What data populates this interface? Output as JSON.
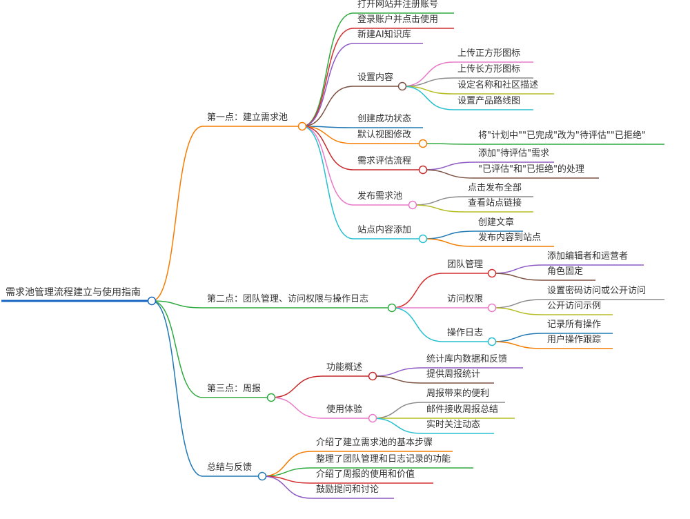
{
  "mindmap": {
    "root": {
      "id": "root",
      "label": "需求池管理流程建立与使用指南",
      "color": "#1565c0"
    },
    "nodes": [
      {
        "id": "b1",
        "parent": "root",
        "label": "第一点：建立需求池",
        "color": "#f57c00"
      },
      {
        "id": "b1a",
        "parent": "b1",
        "label": "打开网站并注册账号",
        "color": "#2eaa3f"
      },
      {
        "id": "b1b",
        "parent": "b1",
        "label": "登录账户并点击使用",
        "color": "#d32f2f"
      },
      {
        "id": "b1c",
        "parent": "b1",
        "label": "新建AI知识库",
        "color": "#8e59c4"
      },
      {
        "id": "b1d",
        "parent": "b1",
        "label": "设置内容",
        "color": "#7b5142"
      },
      {
        "id": "b1d1",
        "parent": "b1d",
        "label": "上传正方形图标",
        "color": "#e879c9"
      },
      {
        "id": "b1d2",
        "parent": "b1d",
        "label": "上传长方形图标",
        "color": "#8a8a8a"
      },
      {
        "id": "b1d3",
        "parent": "b1d",
        "label": "设定名称和社区描述",
        "color": "#b5bd22"
      },
      {
        "id": "b1d4",
        "parent": "b1d",
        "label": "设置产品路线图",
        "color": "#26bfd0"
      },
      {
        "id": "b1e",
        "parent": "b1",
        "label": "创建成功状态",
        "color": "#1f78b4"
      },
      {
        "id": "b1f",
        "parent": "b1",
        "label": "默认视图修改",
        "color": "#f57c00"
      },
      {
        "id": "b1f1",
        "parent": "b1f",
        "label": "将\"计划中\"\"已完成\"改为\"待评估\"\"已拒绝\"",
        "color": "#2eaa3f"
      },
      {
        "id": "b1g",
        "parent": "b1",
        "label": "需求评估流程",
        "color": "#c62828"
      },
      {
        "id": "b1g1",
        "parent": "b1g",
        "label": "添加\"待评估\"需求",
        "color": "#8e59c4"
      },
      {
        "id": "b1g2",
        "parent": "b1g",
        "label": "\"已评估\"和\"已拒绝\"的处理",
        "color": "#7b5142"
      },
      {
        "id": "b1h",
        "parent": "b1",
        "label": "发布需求池",
        "color": "#e879c9"
      },
      {
        "id": "b1h1",
        "parent": "b1h",
        "label": "点击发布全部",
        "color": "#8a8a8a"
      },
      {
        "id": "b1h2",
        "parent": "b1h",
        "label": "查看站点链接",
        "color": "#b5bd22"
      },
      {
        "id": "b1i",
        "parent": "b1",
        "label": "站点内容添加",
        "color": "#26bfd0"
      },
      {
        "id": "b1i1",
        "parent": "b1i",
        "label": "创建文章",
        "color": "#1f78b4"
      },
      {
        "id": "b1i2",
        "parent": "b1i",
        "label": "发布内容到站点",
        "color": "#f57c00"
      },
      {
        "id": "b2",
        "parent": "root",
        "label": "第二点：团队管理、访问权限与操作日志",
        "color": "#2eaa3f"
      },
      {
        "id": "b2a",
        "parent": "b2",
        "label": "团队管理",
        "color": "#d32f2f"
      },
      {
        "id": "b2a1",
        "parent": "b2a",
        "label": "添加编辑者和运营者",
        "color": "#8e59c4"
      },
      {
        "id": "b2a2",
        "parent": "b2a",
        "label": "角色固定",
        "color": "#7b5142"
      },
      {
        "id": "b2b",
        "parent": "b2",
        "label": "访问权限",
        "color": "#e879c9"
      },
      {
        "id": "b2b1",
        "parent": "b2b",
        "label": "设置密码访问或公开访问",
        "color": "#8a8a8a"
      },
      {
        "id": "b2b2",
        "parent": "b2b",
        "label": "公开访问示例",
        "color": "#b5bd22"
      },
      {
        "id": "b2c",
        "parent": "b2",
        "label": "操作日志",
        "color": "#26bfd0"
      },
      {
        "id": "b2c1",
        "parent": "b2c",
        "label": "记录所有操作",
        "color": "#1f78b4"
      },
      {
        "id": "b2c2",
        "parent": "b2c",
        "label": "用户操作跟踪",
        "color": "#f57c00"
      },
      {
        "id": "b3",
        "parent": "root",
        "label": "第三点：周报",
        "color": "#2eaa3f"
      },
      {
        "id": "b3a",
        "parent": "b3",
        "label": "功能概述",
        "color": "#c62828"
      },
      {
        "id": "b3a1",
        "parent": "b3a",
        "label": "统计库内数据和反馈",
        "color": "#8e59c4"
      },
      {
        "id": "b3a2",
        "parent": "b3a",
        "label": "提供周报统计",
        "color": "#7b5142"
      },
      {
        "id": "b3b",
        "parent": "b3",
        "label": "使用体验",
        "color": "#e879c9"
      },
      {
        "id": "b3b1",
        "parent": "b3b",
        "label": "周报带来的便利",
        "color": "#8a8a8a"
      },
      {
        "id": "b3b2",
        "parent": "b3b",
        "label": "邮件接收周报总结",
        "color": "#b5bd22"
      },
      {
        "id": "b3b3",
        "parent": "b3b",
        "label": "实时关注动态",
        "color": "#26bfd0"
      },
      {
        "id": "b4",
        "parent": "root",
        "label": "总结与反馈",
        "color": "#1f78b4"
      },
      {
        "id": "b4a",
        "parent": "b4",
        "label": "介绍了建立需求池的基本步骤",
        "color": "#f57c00"
      },
      {
        "id": "b4b",
        "parent": "b4",
        "label": "整理了团队管理和日志记录的功能",
        "color": "#2eaa3f"
      },
      {
        "id": "b4c",
        "parent": "b4",
        "label": "介绍了周报的使用和价值",
        "color": "#d32f2f"
      },
      {
        "id": "b4d",
        "parent": "b4",
        "label": "鼓励提问和讨论",
        "color": "#8e59c4"
      }
    ]
  }
}
